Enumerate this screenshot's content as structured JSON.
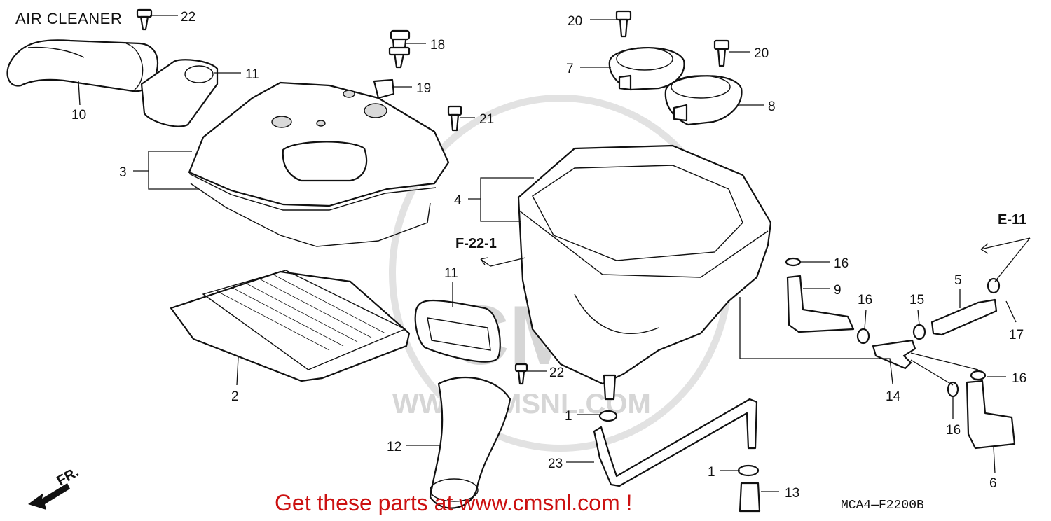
{
  "title": "AIR CLEANER",
  "promo": "Get these parts at www.cmsnl.com !",
  "diagram_code": "MCA4—F2200B",
  "watermark": {
    "brand": "CMS",
    "url": "WWW.CMSNL.COM"
  },
  "references": {
    "f22": "F-22-1",
    "e11": "E-11",
    "front": "FR."
  },
  "labels": {
    "l22a": "22",
    "l10": "10",
    "l11a": "11",
    "l3": "3",
    "l18": "18",
    "l19": "19",
    "l21": "21",
    "l20a": "20",
    "l20b": "20",
    "l7": "7",
    "l8": "8",
    "l4": "4",
    "l11b": "11",
    "l2": "2",
    "l22b": "22",
    "l12": "12",
    "l1a": "1",
    "l1b": "1",
    "l23": "23",
    "l13": "13",
    "l16a": "16",
    "l9": "9",
    "l16b": "16",
    "l15": "15",
    "l5": "5",
    "l17": "17",
    "l14": "14",
    "l16c": "16",
    "l16d": "16",
    "l6": "6"
  }
}
